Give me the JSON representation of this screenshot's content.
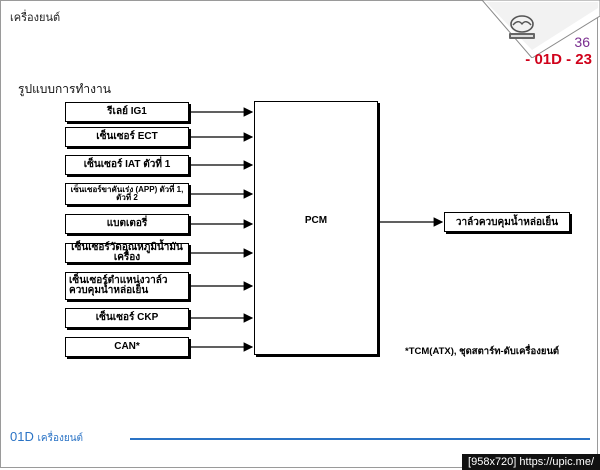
{
  "header": {
    "title": "เครื่องยนต์",
    "page_number": "36",
    "page_code": "- 01D - 23"
  },
  "section_title": "รูปแบบการทำงาน",
  "inputs": [
    {
      "label": "รีเลย์ IG1"
    },
    {
      "label": "เซ็นเซอร์ ECT"
    },
    {
      "label": "เซ็นเซอร์ IAT ตัวที่ 1"
    },
    {
      "label": "เซ็นเซอร์ขาคันเร่ง (APP) ตัวที่ 1, ตัวที่ 2"
    },
    {
      "label": "แบตเตอรี่"
    },
    {
      "label": "เซ็นเซอร์วัดอุณหภูมิน้ำมันเครื่อง"
    },
    {
      "label": "เซ็นเซอร์ตำแหน่งวาล์วควบคุมน้ำหล่อเย็น"
    },
    {
      "label": "เซ็นเซอร์ CKP"
    },
    {
      "label": "CAN*"
    }
  ],
  "controller": {
    "label": "PCM"
  },
  "output": {
    "label": "วาล์วควบคุมน้ำหล่อเย็น"
  },
  "note": "*TCM(ATX), ชุดสตาร์ท-ดับเครื่องยนต์",
  "footer": {
    "code": "01D",
    "title": "เครื่องยนต์"
  },
  "watermark": "[958x720] https://upic.me/",
  "colors": {
    "accent_blue": "#2a73c5",
    "page_code_red": "#d0021b",
    "page_number_purple": "#7a2d8f"
  }
}
